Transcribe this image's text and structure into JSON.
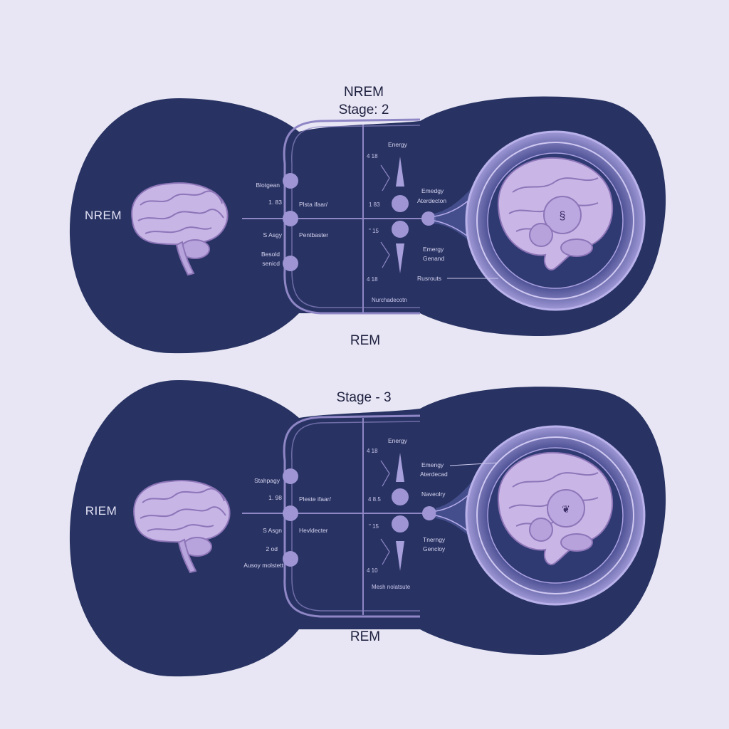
{
  "panels": [
    {
      "id": "top",
      "title_line1": "NREM",
      "title_line2": "Stage: 2",
      "side_label": "NREM",
      "bottom_label": "REM",
      "left_labels": [
        "Blotgean",
        "1. 83",
        "S Asgy",
        "Besold",
        "senicd"
      ],
      "mid_labels": [
        "Plsta ifaar/",
        "Pentbaster"
      ],
      "axis_labels": [
        "4 18",
        "1 83",
        "\" 15",
        "4 18"
      ],
      "energy_label": "Energy",
      "right_labels": [
        "Emedgy",
        "Aterdecton",
        "Emergy",
        "Genand",
        "Rusrouts"
      ],
      "bottom_note": "Nurchadecotn"
    },
    {
      "id": "bottom",
      "title_line1": "",
      "title_line2": "Stage - 3",
      "side_label": "RIEM",
      "bottom_label": "REM",
      "left_labels": [
        "Stahpagy",
        "1. 98",
        "S Asgn",
        "2 od",
        "Ausoy molstett"
      ],
      "mid_labels": [
        "Pleste ifaar/",
        "Hevldecter"
      ],
      "axis_labels": [
        "4 18",
        "4 8.5",
        "\" 15",
        "4 10"
      ],
      "energy_label": "Energy",
      "right_labels": [
        "Emengy",
        "Aterdecad",
        "Naveolry",
        "Tnerngy",
        "Gencloy"
      ],
      "bottom_note": "Mesh nolatsute"
    }
  ],
  "colors": {
    "background": "#e8e6f4",
    "panel": "#283363",
    "accent": "#8f86c6",
    "brain": "#c9b6e6",
    "text_dark": "#1c1f3e",
    "text_light": "#e4e2f6"
  }
}
